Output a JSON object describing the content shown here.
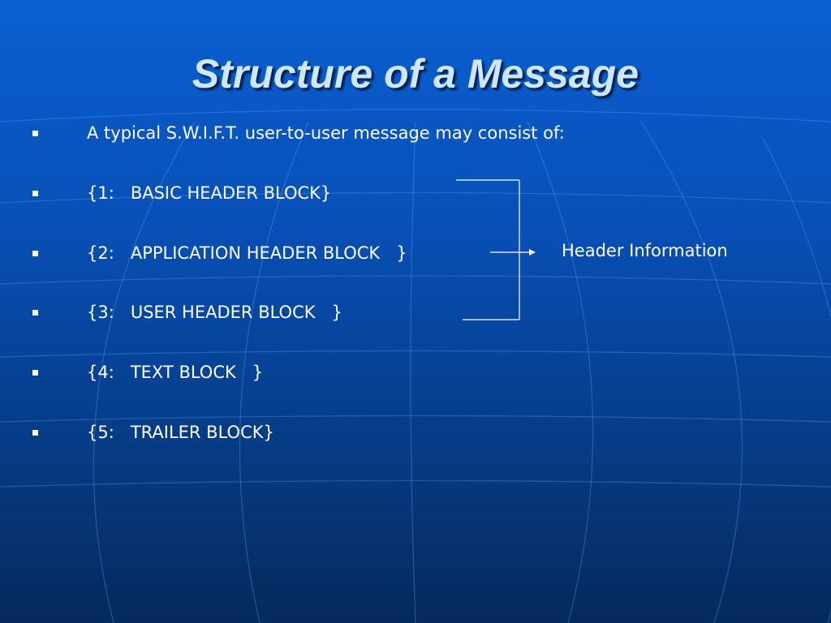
{
  "slide": {
    "title": "Structure of a Message"
  },
  "bullets": [
    {
      "text": "A typical S.W.I.F.T. user-to-user message may consist of:"
    },
    {
      "text": "{1:   BASIC HEADER BLOCK}"
    },
    {
      "text": "{2:   APPLICATION HEADER BLOCK   }"
    },
    {
      "text": "{3:   USER HEADER BLOCK   }"
    },
    {
      "text": "{4:   TEXT BLOCK   }"
    },
    {
      "text": "{5:   TRAILER BLOCK}"
    }
  ],
  "annotation": {
    "label": "Header Information"
  },
  "colors": {
    "background_top": "#0a5fd0",
    "background_bottom": "#052a5c",
    "title": "#cfe6ff",
    "text": "#ffffff"
  }
}
